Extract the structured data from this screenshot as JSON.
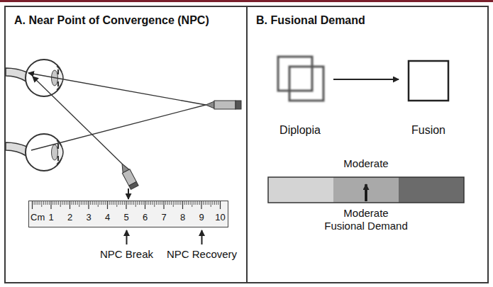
{
  "diagram": {
    "nodes": [
      {
        "text": [
          "A. Near Point of Convergence (NPC)"
        ]
      },
      {
        "text": [
          "Cm",
          "1",
          "2",
          "3",
          "4",
          "5",
          "6",
          "7",
          "8",
          "9",
          "10"
        ],
        "in": 0
      },
      {
        "text": [
          "B. Fusional Demand"
        ]
      }
    ],
    "labels": [
      "NPC Break",
      "NPC Recovery",
      "Diplopia",
      "Fusion",
      "Moderate",
      "Moderate Fusional Demand"
    ]
  }
}
